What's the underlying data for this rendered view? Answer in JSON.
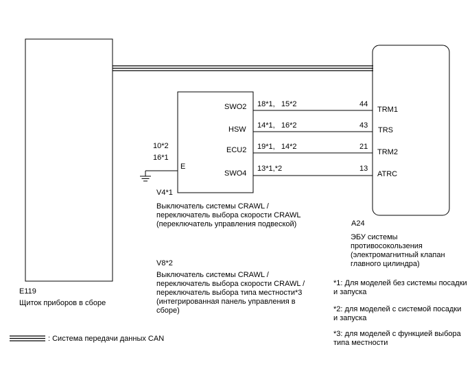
{
  "components": {
    "e119": {
      "code": "E119",
      "name": "Щиток приборов в сборе"
    },
    "a24": {
      "code": "A24",
      "name": "ЭБУ системы противосокользения\n(электромагнитный клапан\nглавного цилиндра)"
    },
    "v4": {
      "code": "V4*1",
      "name": "Выключатель системы CRAWL /\nпереключатель выбора скорости CRAWL\n(переключатель управления подвеской)"
    },
    "v8": {
      "code": "V8*2",
      "name": "Выключатель системы CRAWL /\nпереключатель выбора скорости CRAWL /\nпереключатель выбора типа местности*3\n(интегрированная панель управления в\nсборе)"
    }
  },
  "switch_pins": {
    "swo2": "SWO2",
    "hsw": "HSW",
    "ecu2": "ECU2",
    "swo4": "SWO4",
    "e": "E"
  },
  "ecu_pins": {
    "trm1": "TRM1",
    "trs": "TRS",
    "trm2": "TRM2",
    "atrc": "ATRC"
  },
  "wires": [
    {
      "from_pin": "SWO2",
      "to_pin": "TRM1",
      "switch_side": "18*1,   15*2",
      "ecu_side": "44"
    },
    {
      "from_pin": "HSW",
      "to_pin": "TRS",
      "switch_side": "14*1,   16*2",
      "ecu_side": "43"
    },
    {
      "from_pin": "ECU2",
      "to_pin": "TRM2",
      "switch_side": "19*1,   14*2",
      "ecu_side": "21"
    },
    {
      "from_pin": "SWO4",
      "to_pin": "ATRC",
      "switch_side": "13*1,*2",
      "ecu_side": "13"
    }
  ],
  "ground_pin_numbers": {
    "line1": "10*2",
    "line2": "16*1"
  },
  "notes": {
    "n1": "*1: Для моделей без системы посадки\nи запуска",
    "n2": "*2: для моделей с системой посадки\nи запуска",
    "n3": "*3: для моделей с функцией выбора\nтипа местности"
  },
  "legend": {
    "can_label": ": Система передачи данных CAN"
  },
  "colors": {
    "line": "#000000",
    "background": "#ffffff"
  }
}
